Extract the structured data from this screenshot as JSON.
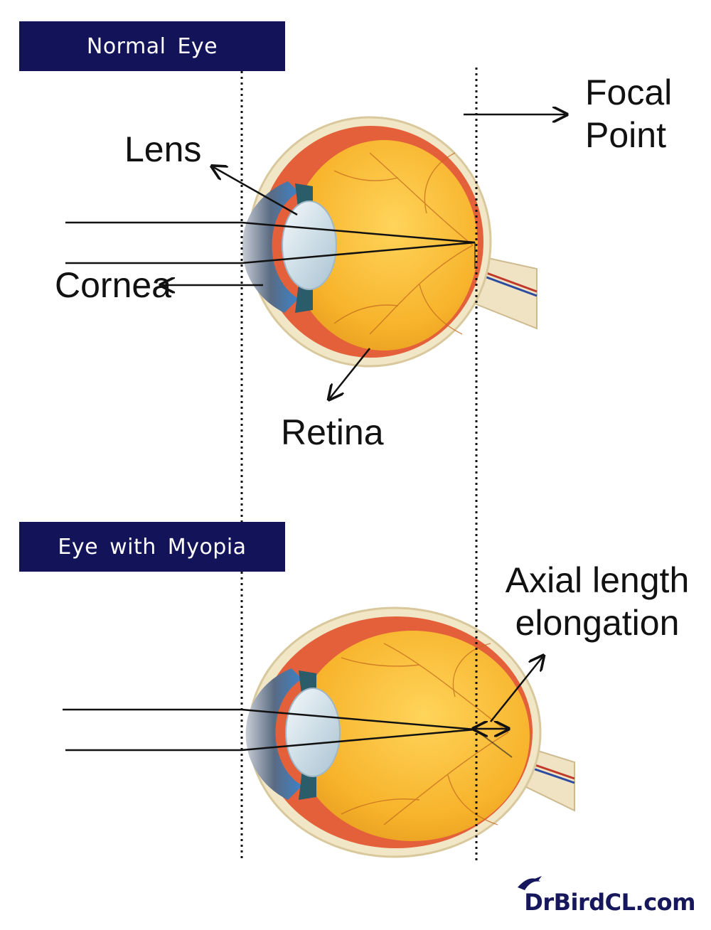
{
  "banners": {
    "normal": "Normal  Eye",
    "myopia": "Eye  with  Myopia"
  },
  "labels": {
    "lens": "Lens",
    "cornea": "Cornea",
    "retina": "Retina",
    "focal_line1": "Focal",
    "focal_line2": "Point",
    "axial_line1": "Axial  length",
    "axial_line2": "elongation"
  },
  "brand": "DrBirdCL.com",
  "colors": {
    "banner": "#13135a",
    "vitreous": "#f5b52a",
    "choroid": "#e4603a",
    "sclera": "#f1e6c6",
    "cornea": "#3f84c9",
    "lens": "#d7e6ef",
    "brand": "#16175c"
  }
}
